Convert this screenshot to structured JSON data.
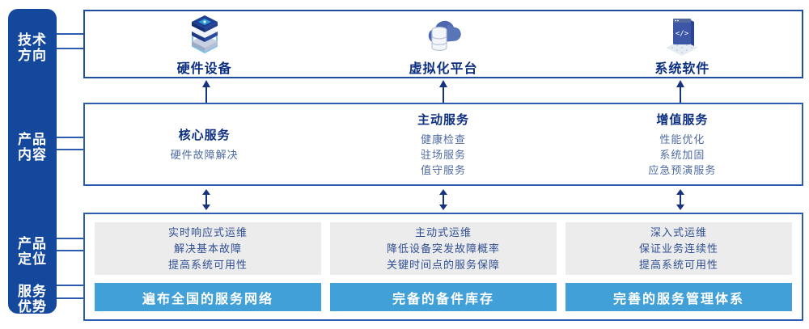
{
  "sidebar": {
    "labels": [
      {
        "line1": "技术",
        "line2": "方向"
      },
      {
        "line1": "产品",
        "line2": "内容"
      },
      {
        "line1": "产品",
        "line2": "定位"
      },
      {
        "line1": "服务",
        "line2": "优势"
      }
    ]
  },
  "tech_row": {
    "items": [
      {
        "icon": "server-stack-icon",
        "label": "硬件设备"
      },
      {
        "icon": "cloud-database-icon",
        "label": "虚拟化平台"
      },
      {
        "icon": "software-window-icon",
        "label": "系统软件"
      }
    ]
  },
  "content_row": {
    "columns": [
      {
        "heading": "核心服务",
        "items": [
          "硬件故障解决"
        ]
      },
      {
        "heading": "主动服务",
        "items": [
          "健康检查",
          "驻场服务",
          "值守服务"
        ]
      },
      {
        "heading": "增值服务",
        "items": [
          "性能优化",
          "系统加固",
          "应急预演服务"
        ]
      }
    ]
  },
  "bottom_row": {
    "columns": [
      {
        "positioning": [
          "实时响应式运维",
          "解决基本故障",
          "提高系统可用性"
        ],
        "advantage": "遍布全国的服务网络"
      },
      {
        "positioning": [
          "主动式运维",
          "降低设备突发故障概率",
          "关键时间点的服务保障"
        ],
        "advantage": "完备的备件库存"
      },
      {
        "positioning": [
          "深入式运维",
          "保证业务连续性",
          "提高系统可用性"
        ],
        "advantage": "完善的服务管理体系"
      }
    ]
  },
  "colors": {
    "sidebar_bg": "#14489c",
    "border_blue": "#2d5cae",
    "top_border_blue": "#1f4d9e",
    "heading_navy": "#0c2f80",
    "sub_text_blue": "#4f6ba3",
    "gray_panel_bg": "#ececec",
    "advantage_bar_bg": "#42a0d9",
    "advantage_bar_text": "#ffffff",
    "arrow_navy": "#16337e"
  }
}
